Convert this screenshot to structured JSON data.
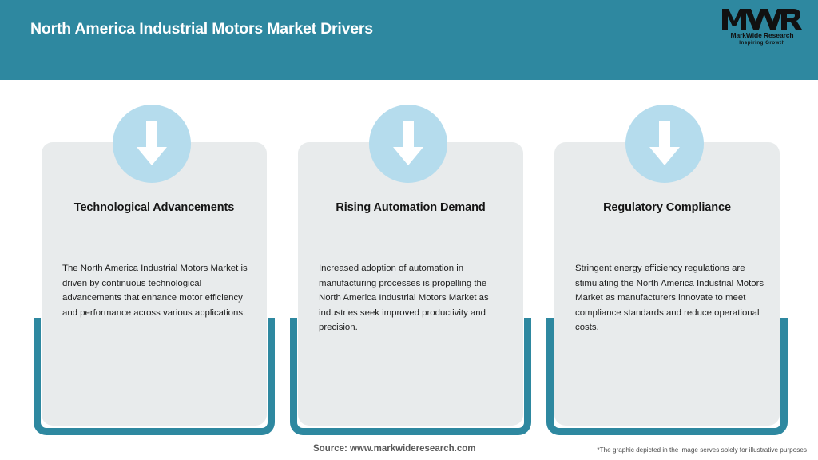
{
  "header": {
    "title": "North America Industrial Motors Market Drivers",
    "background_color": "#2e88a0",
    "title_color": "#ffffff"
  },
  "logo": {
    "mark": "MWR",
    "name": "MarkWide Research",
    "tagline": "Inspiring Growth"
  },
  "theme": {
    "accent_teal": "#2e88a0",
    "badge_blue": "#b5dced",
    "card_gray": "#e8ebec",
    "page_background": "#ffffff"
  },
  "cards": [
    {
      "icon": "arrow-down-icon",
      "title": "Technological Advancements",
      "body": "The North America Industrial Motors Market is driven by continuous technological advancements that enhance motor efficiency and performance across various applications."
    },
    {
      "icon": "arrow-down-icon",
      "title": "Rising Automation Demand",
      "body": "Increased adoption of automation in manufacturing processes is propelling the North America Industrial Motors Market as industries seek improved productivity and precision."
    },
    {
      "icon": "arrow-down-icon",
      "title": "Regulatory Compliance",
      "body": "Stringent energy efficiency regulations are stimulating the North America Industrial Motors Market as manufacturers innovate to meet compliance standards and reduce operational costs."
    }
  ],
  "footer": {
    "source": "Source: www.markwideresearch.com",
    "disclaimer": "*The graphic depicted in the image serves solely for illustrative purposes"
  }
}
